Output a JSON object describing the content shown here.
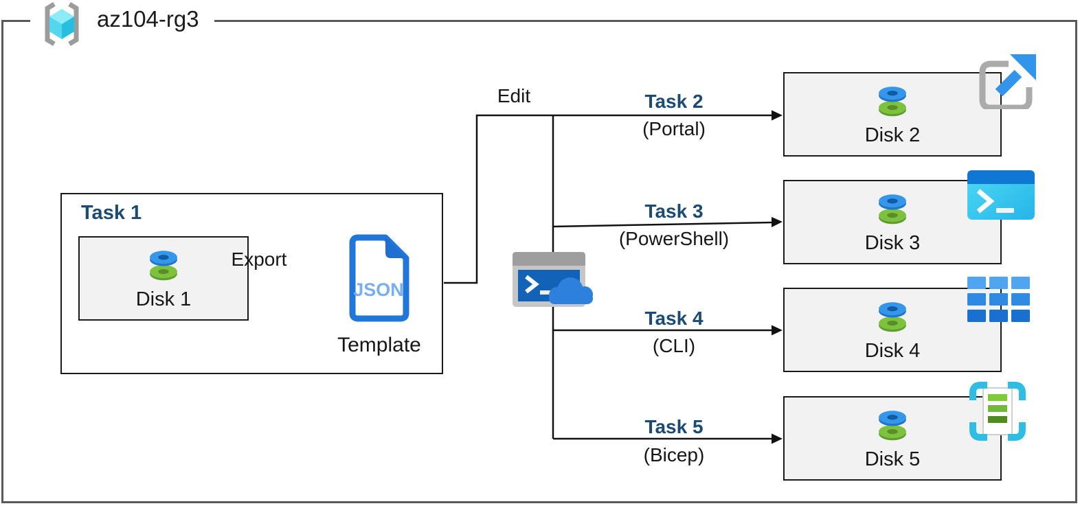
{
  "resource_group": {
    "label": "az104-rg3"
  },
  "task1": {
    "title": "Task 1",
    "disk_label": "Disk 1",
    "export_label": "Export",
    "json_doc_label": "JSON",
    "template_label": "Template"
  },
  "edit_label": "Edit",
  "branches": [
    {
      "task": "Task 2",
      "method": "(Portal)",
      "disk": "Disk 2",
      "icon": "portal-share-icon"
    },
    {
      "task": "Task 3",
      "method": "(PowerShell)",
      "disk": "Disk 3",
      "icon": "powershell-terminal-icon"
    },
    {
      "task": "Task 4",
      "method": "(CLI)",
      "disk": "Disk 4",
      "icon": "cli-grid-icon"
    },
    {
      "task": "Task 5",
      "method": "(Bicep)",
      "disk": "Disk 5",
      "icon": "bicep-template-icon"
    }
  ],
  "middle_icon": "cloud-shell-icon",
  "colors": {
    "task_heading_navy": "#1B4A72",
    "disk_box_fill": "#F2F2F2",
    "outer_border_gray": "#595959",
    "connector_black": "#111111",
    "disk_blue_top": "#3696E9",
    "disk_blue_hole": "#0F5CA4",
    "disk_green_top": "#7EC13F",
    "disk_green_hole": "#578F26",
    "json_doc_blue": "#2176D9",
    "json_text_blue": "#79AEF2",
    "portal_frame_gray": "#ABABAB",
    "portal_arrow_blue": "#3294EA",
    "powershell_titlebar_blue": "#0F78D4",
    "powershell_body_cyan": "#2FC3EE",
    "cli_grid_blue": "#2E8AE2",
    "bicep_bracket_cyan": "#2FBDE3",
    "bicep_bar_green": "#72B73E",
    "cloudshell_frame_gray": "#C6C6C6",
    "cloudshell_terminal_blue": "#1263B8",
    "cloud_blue": "#2E80DD",
    "rg_cube_cyan": "#52D7EE",
    "rg_bracket_gray": "#9C9C9C"
  }
}
